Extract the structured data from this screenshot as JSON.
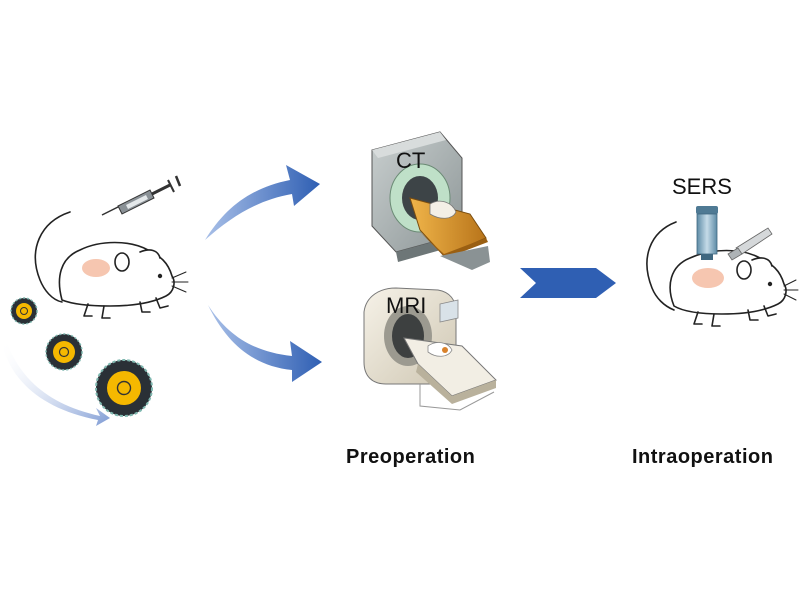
{
  "labels": {
    "ct": "CT",
    "mri": "MRI",
    "sers": "SERS",
    "preoperation": "Preoperation",
    "intraoperation": "Intraoperation"
  },
  "colors": {
    "arrow_blue": "#2f5fb3",
    "tumor": "#f6c6b0",
    "nanoparticle_core": "#f5b800",
    "nanoparticle_shell": "#2a3036",
    "ct_gantry": "#9aa3a4",
    "ct_ring": "#bfe0c8",
    "ct_bed": "#d9941f",
    "mri_body": "#ece6d6",
    "probe": "#8fb7cf"
  },
  "icons": [
    "syringe-icon",
    "mouse-icon",
    "nanoparticle-icon",
    "ct-scanner-icon",
    "mri-scanner-icon",
    "raman-probe-icon",
    "scalpel-icon"
  ]
}
